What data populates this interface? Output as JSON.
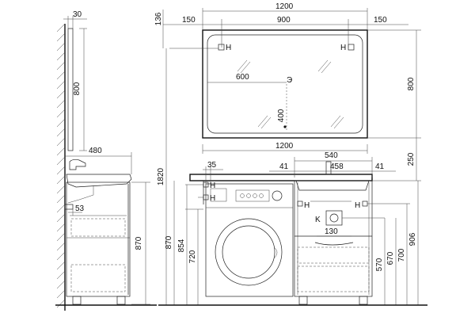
{
  "mirror": {
    "width_total": "1200",
    "margin_left": "150",
    "inner_width": "900",
    "margin_right": "150",
    "height": "800",
    "top_offset": "136",
    "center_height": "400",
    "center_offset": "600",
    "outlet_left": "H",
    "outlet_right": "H",
    "socket_symbol": "Э"
  },
  "side_view": {
    "mirror_depth": "30",
    "mirror_height": "800",
    "cabinet_depth": "480",
    "pipe_offset": "53",
    "cabinet_height": "870"
  },
  "front_view": {
    "top_width": "1200",
    "basin_offset": "250",
    "overall_height": "1820",
    "inner_width": "540",
    "left_gap": "41",
    "basin_width": "458",
    "right_gap": "41",
    "left_pipe_offset": "35",
    "outlet_h1": "H",
    "outlet_h2": "H",
    "outlet_h3": "H",
    "outlet_h4": "H",
    "drain_label": "K",
    "drain_width": "130",
    "heights_left": [
      "870",
      "854",
      "720"
    ],
    "heights_right": [
      "570",
      "670",
      "700",
      "906"
    ]
  }
}
